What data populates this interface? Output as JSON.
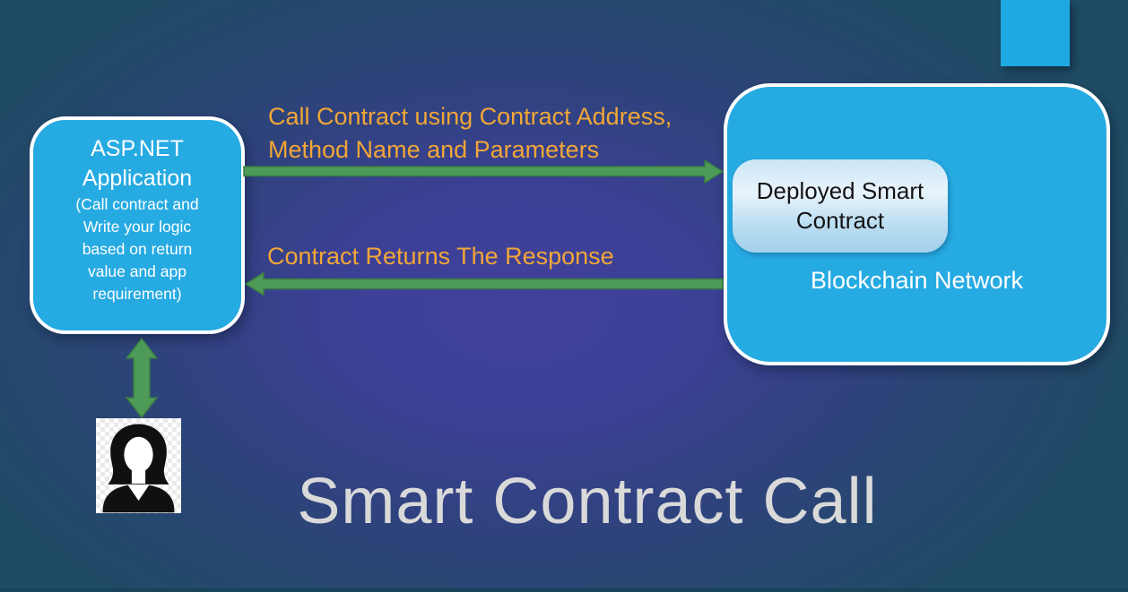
{
  "slide": {
    "title": "Smart Contract Call"
  },
  "nodes": {
    "asp_app": {
      "title_lines": [
        "ASP.NET",
        "Application"
      ],
      "subtitle_lines": [
        "(Call contract and",
        "Write your logic",
        "based on return",
        "value and app",
        "requirement)"
      ]
    },
    "blockchain": {
      "label": "Blockchain Network",
      "inner_lines": [
        "Deployed Smart",
        "Contract"
      ]
    }
  },
  "arrows": {
    "call": {
      "direction": "right",
      "label_lines": [
        "Call Contract using Contract Address,",
        "Method Name and Parameters"
      ]
    },
    "response": {
      "direction": "left",
      "label": "Contract Returns The Response"
    },
    "user_link": {
      "direction": "both"
    }
  },
  "icons": {
    "user_icon": "person-silhouette"
  },
  "colors": {
    "node_fill": "#26AAE2",
    "node_border": "#FFFFFF",
    "accent_square": "#1FA9E2",
    "arrow_green": "#4E9B58",
    "arrow_green_border": "#3A7A45",
    "label_orange": "#F1A637",
    "title_gray": "#D9D9D9",
    "background_center": "#3E3F98",
    "background_edge": "#1E4C64",
    "inner_box_text": "#141414"
  }
}
